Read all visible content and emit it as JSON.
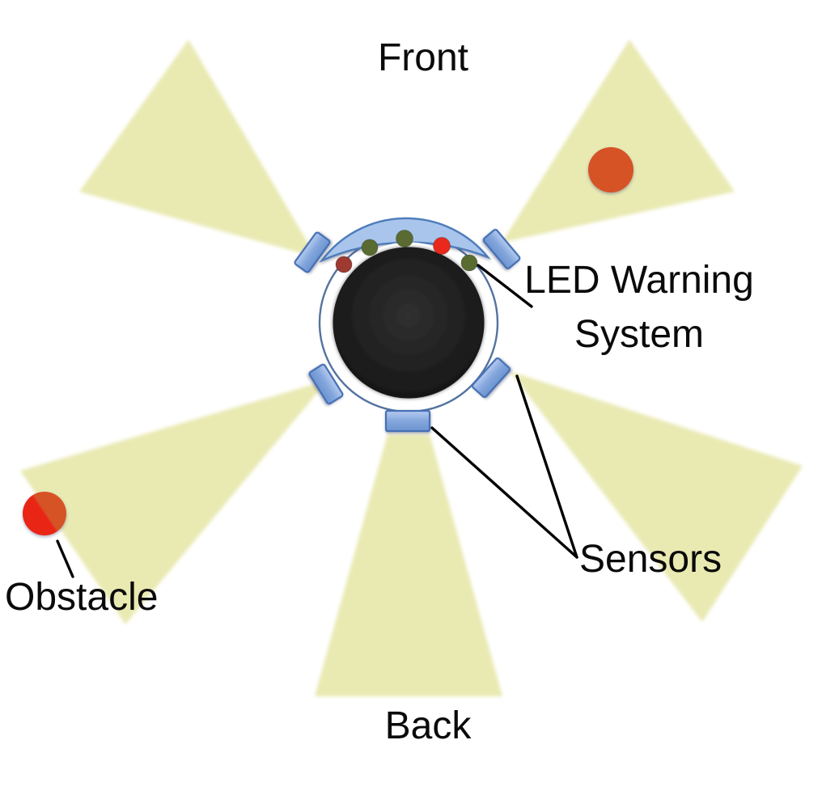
{
  "labels": {
    "front": "Front",
    "back": "Back",
    "led_warning_line1": "LED Warning",
    "led_warning_line2": "System",
    "sensors": "Sensors",
    "obstacle": "Obstacle"
  },
  "colors": {
    "background": "#ffffff",
    "label": "#0a0a0a",
    "leader_line": "#000000",
    "cone_fill": "#e9e9b2",
    "sensor_fill_top": "#b7cbf0",
    "sensor_fill_mid": "#83a6dc",
    "sensor_fill_bottom": "#6d94d0",
    "sensor_border": "#4470b4",
    "arc_fill": "#a9c5ec",
    "arc_border": "#4d7cba",
    "ring_outline": "#54739f",
    "body_center": "#303030",
    "body_edge": "#191919",
    "led_dark_red": "#9e3a31",
    "led_green": "#5a6b31",
    "led_red": "#e9291b",
    "obstacle_orange": "#d65327",
    "obstacle_red": "#e92517"
  },
  "elements": {
    "detection_zone_count": 5,
    "sensor_count": 5,
    "obstacle_count": 2,
    "led_count": 5,
    "led_sequence": [
      "dark-red",
      "green",
      "green",
      "red",
      "green"
    ]
  }
}
